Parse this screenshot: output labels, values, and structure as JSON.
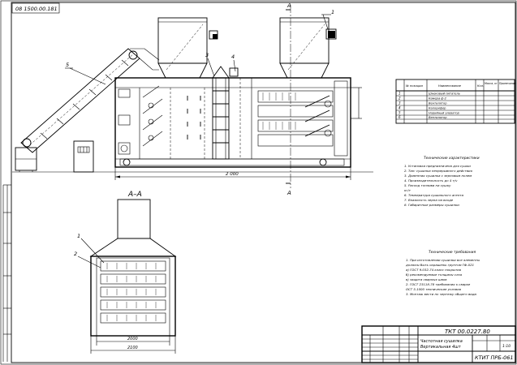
{
  "sheet": {
    "corner_code": "08 1500.00.181",
    "designation": "ТКТ 00.0227.80",
    "title_line1": "Частотная сушилка",
    "title_line2": "Вертикальная 4шт",
    "scale": "1:10",
    "org": "КТИТ ПРБ-061"
  },
  "views": {
    "section_label": "А–А",
    "cut_mark_top": "А",
    "cut_mark_bottom": "А",
    "dim_main_length": "2 000",
    "dim_section_inner": "2000",
    "dim_section_outer": "2100",
    "callouts_main": [
      "5",
      "3",
      "4",
      "1"
    ],
    "callouts_section": [
      "1",
      "2"
    ]
  },
  "spec_table": {
    "headers": [
      "№ позиции",
      "Наименование",
      "Кол.",
      "Масса, кг",
      "Примечание"
    ],
    "rows": [
      {
        "pos": "1",
        "name": "Шнековый питатель"
      },
      {
        "pos": "2",
        "name": "Камера ф-2"
      },
      {
        "pos": "3",
        "name": "Вентилятор"
      },
      {
        "pos": "4",
        "name": "Калорифер"
      },
      {
        "pos": "5",
        "name": "Норийный элеватор"
      },
      {
        "pos": "6",
        "name": "Вентилятор"
      }
    ]
  },
  "notes": {
    "title1": "Технические характеристики",
    "list1": [
      "1. Установка предназначена для сушки",
      "2. Тип: сушилка непрерывного действия",
      "3. Доменная сушилка с зерновым полем",
      "4. Производительность до 4 т/ч",
      "5. Расход топлива на сушку",
      "   кг/т",
      "6. Температура сушильного агента",
      "7. Влажность зерна на входе",
      "8. Габаритные размеры сушилки"
    ],
    "title2": "Технические требования",
    "list2": [
      "1. При изготовлении сушилки все элементы",
      "   должны быть окрашены грунтом ГФ-021",
      "   а) ГОСТ 9.032-74 класс покрытия",
      "   б) рекомендуемые толщины слоя",
      "   в) защита сварных швов",
      "2. ГОСТ 23118-78 требования к сварке",
      "   ОСТ 5.1000 технические условия",
      "3. Монтаж вести по чертежу общего вида"
    ]
  }
}
